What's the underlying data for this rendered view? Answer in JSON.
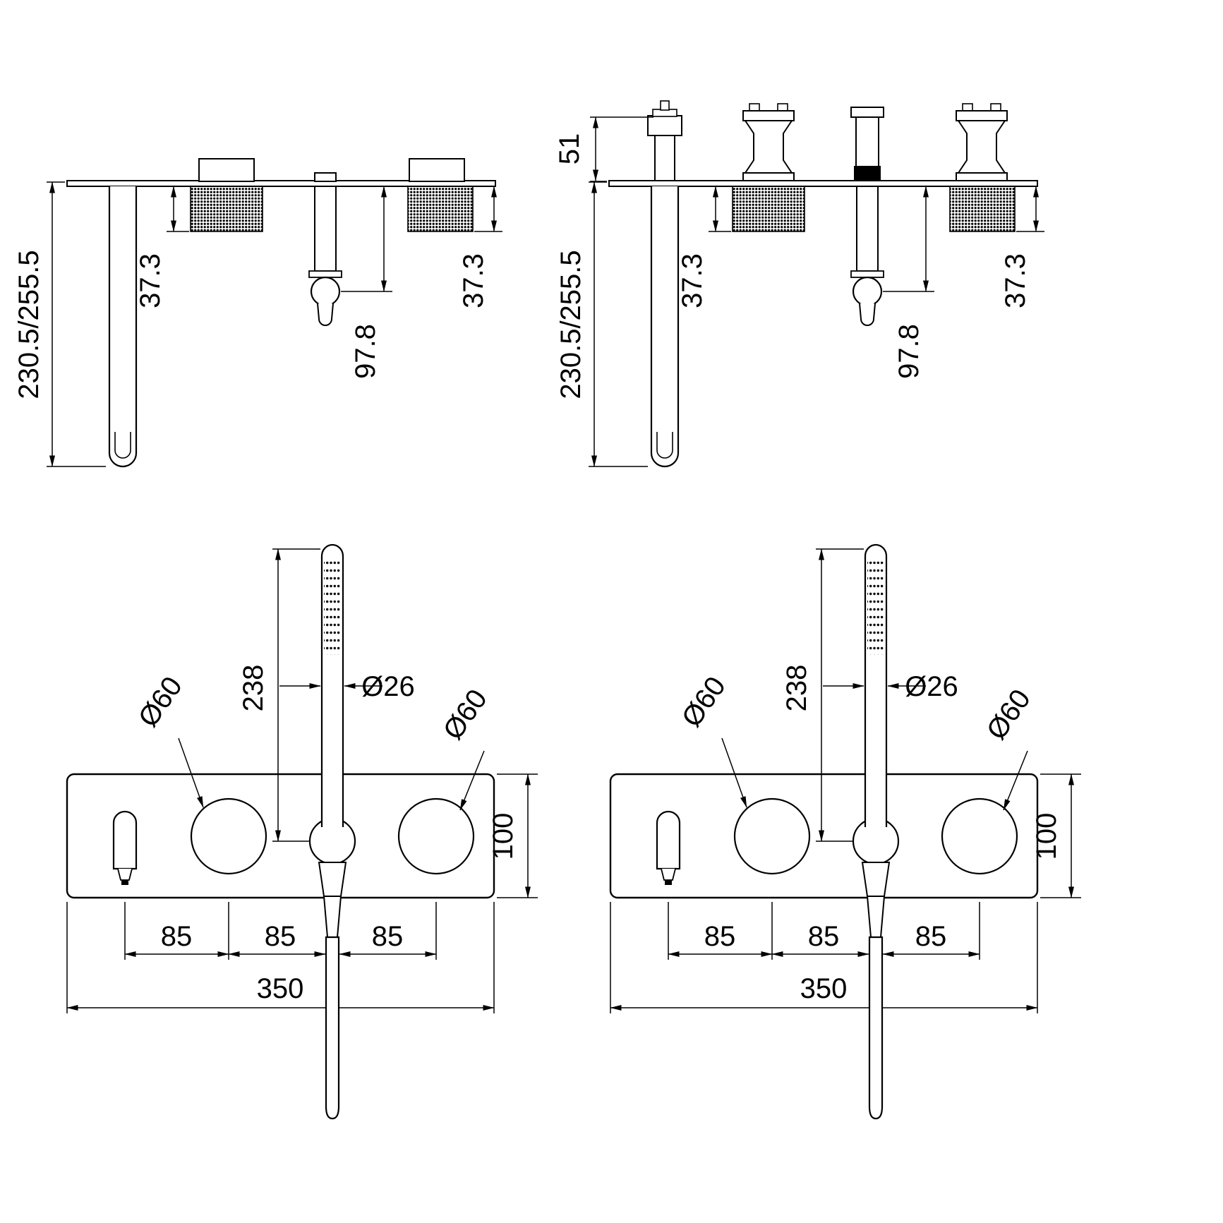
{
  "sheet": {
    "background": "#ffffff",
    "line_color": "#000000"
  },
  "views": {
    "side_left": {
      "height_range": "230.5/255.5",
      "handle_depth_left": "37.3",
      "spout_drop": "97.8",
      "handle_depth_right": "37.3"
    },
    "side_right": {
      "wall_depth": "51",
      "height_range": "230.5/255.5",
      "handle_depth_left": "37.3",
      "spout_drop": "97.8",
      "handle_depth_right": "37.3"
    },
    "front_left": {
      "handshower_height": "238",
      "handshower_diameter": "Ø26",
      "handle_diameter_left": "Ø60",
      "handle_diameter_right": "Ø60",
      "plate_height": "100",
      "spacing_left": "85",
      "spacing_center": "85",
      "spacing_right": "85",
      "plate_width": "350"
    },
    "front_right": {
      "handshower_height": "238",
      "handshower_diameter": "Ø26",
      "handle_diameter_left": "Ø60",
      "handle_diameter_right": "Ø60",
      "plate_height": "100",
      "spacing_left": "85",
      "spacing_center": "85",
      "spacing_right": "85",
      "plate_width": "350"
    }
  }
}
